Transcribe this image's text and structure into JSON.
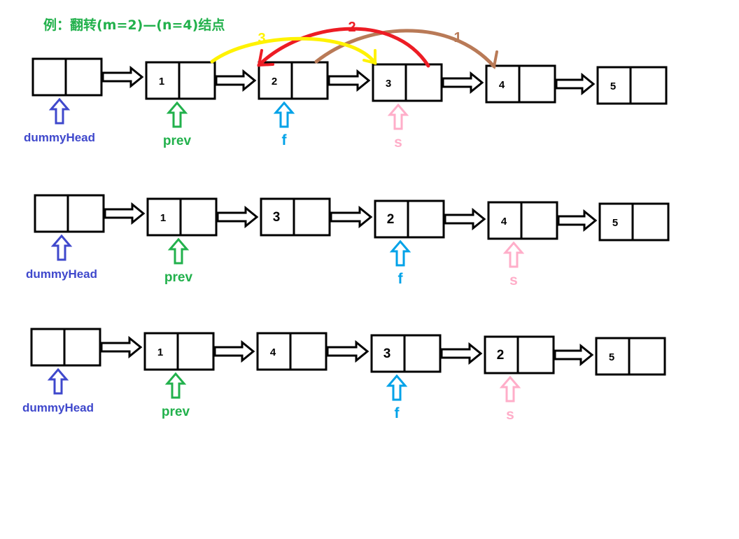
{
  "title": "例：翻转(m=2)—(n=4)结点",
  "colors": {
    "title": "#22b14c",
    "dummyHead": "#3f48cc",
    "prev": "#22b14c",
    "f": "#00a2e8",
    "s": "#ffaec9",
    "curve1": "#b97a57",
    "curve2": "#ed1c24",
    "curve3": "#fff200"
  },
  "rows": [
    {
      "nodes": [
        "",
        "1",
        "2",
        "3",
        "4",
        "5"
      ],
      "pointers": [
        {
          "label": "dummyHead",
          "node": 0,
          "role": "dummyHead"
        },
        {
          "label": "prev",
          "node": 1,
          "role": "prev"
        },
        {
          "label": "f",
          "node": 2,
          "role": "f"
        },
        {
          "label": "s",
          "node": 3,
          "role": "s"
        }
      ]
    },
    {
      "nodes": [
        "",
        "1",
        "3",
        "2",
        "4",
        "5"
      ],
      "pointers": [
        {
          "label": "dummyHead",
          "node": 0,
          "role": "dummyHead"
        },
        {
          "label": "prev",
          "node": 1,
          "role": "prev"
        },
        {
          "label": "f",
          "node": 3,
          "role": "f"
        },
        {
          "label": "s",
          "node": 4,
          "role": "s"
        }
      ]
    },
    {
      "nodes": [
        "",
        "1",
        "4",
        "3",
        "2",
        "5"
      ],
      "pointers": [
        {
          "label": "dummyHead",
          "node": 0,
          "role": "dummyHead"
        },
        {
          "label": "prev",
          "node": 1,
          "role": "prev"
        },
        {
          "label": "f",
          "node": 3,
          "role": "f"
        },
        {
          "label": "s",
          "node": 4,
          "role": "s"
        }
      ]
    }
  ],
  "curves": [
    {
      "label": "1",
      "color_key": "curve1"
    },
    {
      "label": "2",
      "color_key": "curve2"
    },
    {
      "label": "3",
      "color_key": "curve3"
    }
  ]
}
